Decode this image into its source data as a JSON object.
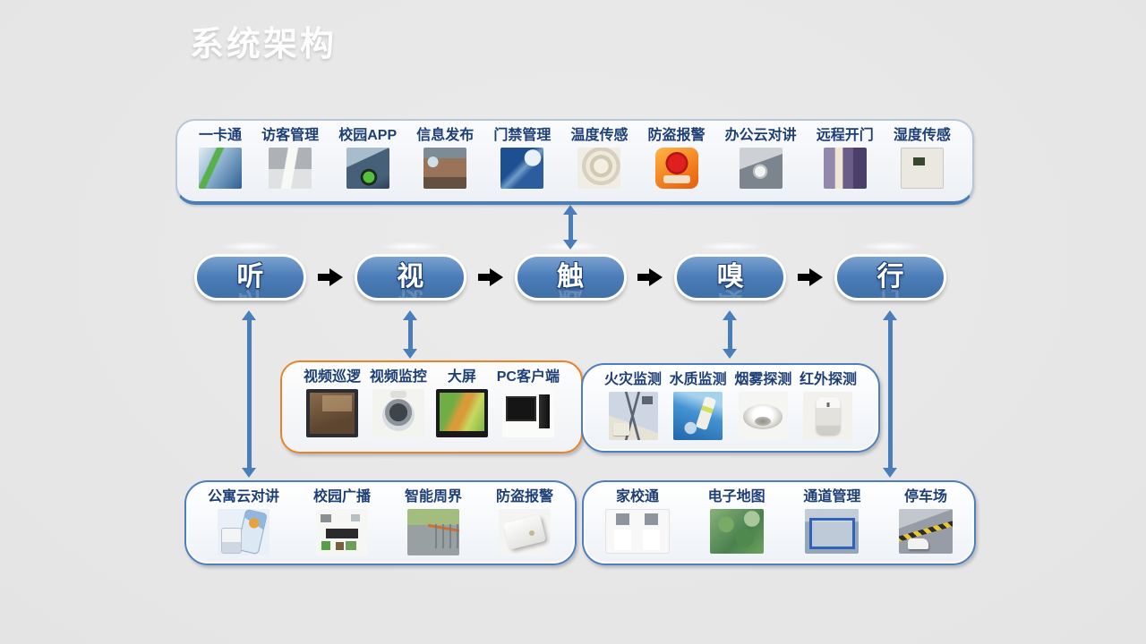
{
  "title": "系统架构",
  "colors": {
    "background": "#e7e7e7",
    "title_text": "#fdfdfd",
    "label_navy": "#1d3f76",
    "pill_blue": "#4a7cb8",
    "arrow_blue": "#4a7ebb",
    "chain_arrow_black": "#000000",
    "box_blue_border": "#4d7ebf",
    "box_orange_border": "#e8832b",
    "alarm_red": "#e01f1f"
  },
  "chain": {
    "pills": [
      {
        "label": "听"
      },
      {
        "label": "视"
      },
      {
        "label": "触"
      },
      {
        "label": "嗅"
      },
      {
        "label": "行"
      }
    ]
  },
  "app_box": {
    "items": [
      {
        "label": "一卡通",
        "icon": "card-terminal-photo"
      },
      {
        "label": "访客管理",
        "icon": "id-card-scanner-photo"
      },
      {
        "label": "校园APP",
        "icon": "phone-reader-photo"
      },
      {
        "label": "信息发布",
        "icon": "info-screens-room-photo"
      },
      {
        "label": "门禁管理",
        "icon": "access-card-photo"
      },
      {
        "label": "温度传感",
        "icon": "temperature-sensor-photo"
      },
      {
        "label": "防盗报警",
        "icon": "alarm-siren-icon"
      },
      {
        "label": "办公云对讲",
        "icon": "desk-camera-photo"
      },
      {
        "label": "远程开门",
        "icon": "remote-door-photo"
      },
      {
        "label": "湿度传感",
        "icon": "humidity-panel-photo"
      }
    ]
  },
  "video_box": {
    "items": [
      {
        "label": "视频巡逻",
        "icon": "surveillance-ui-photo"
      },
      {
        "label": "视频监控",
        "icon": "dome-camera-photo"
      },
      {
        "label": "大屏",
        "icon": "big-screen-photo"
      },
      {
        "label": "PC客户端",
        "icon": "desktop-pc-photo"
      }
    ]
  },
  "sensor_box": {
    "items": [
      {
        "label": "火灾监测",
        "icon": "fire-monitor-photo"
      },
      {
        "label": "水质监测",
        "icon": "water-tester-photo"
      },
      {
        "label": "烟雾探测",
        "icon": "smoke-detector-photo"
      },
      {
        "label": "红外探测",
        "icon": "pir-sensor-photo"
      }
    ]
  },
  "audio_box": {
    "items": [
      {
        "label": "公寓云对讲",
        "icon": "intercom-phone-photo"
      },
      {
        "label": "校园广播",
        "icon": "broadcast-kit-photo"
      },
      {
        "label": "智能周界",
        "icon": "perimeter-fence-photo"
      },
      {
        "label": "防盗报警",
        "icon": "alarm-box-photo"
      }
    ]
  },
  "action_box": {
    "items": [
      {
        "label": "家校通",
        "icon": "home-school-readers-photo"
      },
      {
        "label": "电子地图",
        "icon": "campus-map-photo"
      },
      {
        "label": "通道管理",
        "icon": "gate-channel-photo"
      },
      {
        "label": "停车场",
        "icon": "parking-lot-photo"
      }
    ]
  }
}
